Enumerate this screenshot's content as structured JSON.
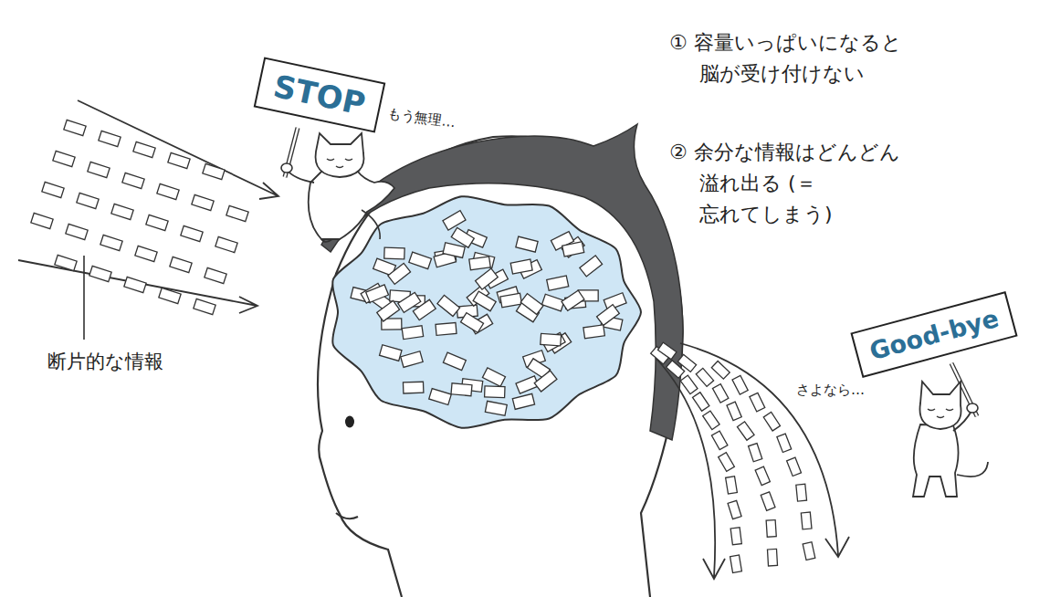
{
  "diagram": {
    "nodes": [
      {
        "text": [
          "STOP"
        ]
      },
      {
        "text": [
          "Good-bye"
        ]
      }
    ],
    "labels": [
      "① 容量いっぱいになると 脳が受け付けない",
      "もう無理…",
      "② 余分な情報はどんどん 溢れ出る (＝忘れてしまう)",
      "断片的な情報",
      "さよなら…"
    ]
  }
}
